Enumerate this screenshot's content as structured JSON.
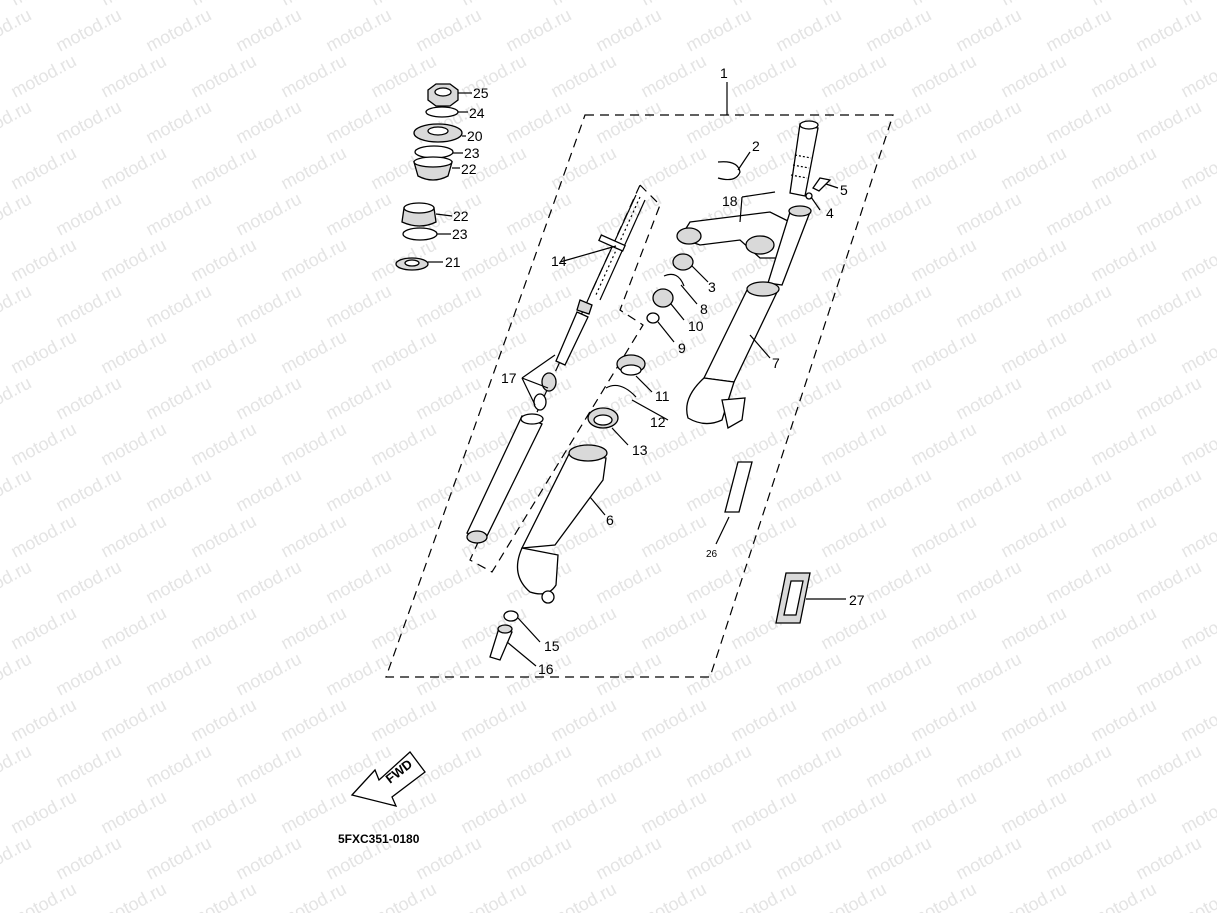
{
  "watermark": "motod.ru",
  "diagram_code": "5FXC351-0180",
  "fwd_label": "FWD",
  "callouts": {
    "c1": "1",
    "c2": "2",
    "c3": "3",
    "c4": "4",
    "c5": "5",
    "c6": "6",
    "c7": "7",
    "c8": "8",
    "c9": "9",
    "c10": "10",
    "c11": "11",
    "c12": "12",
    "c13": "13",
    "c14": "14",
    "c15": "15",
    "c16": "16",
    "c17": "17",
    "c18": "18",
    "c20": "20",
    "c21": "21",
    "c22a": "22",
    "c22b": "22",
    "c23a": "23",
    "c23b": "23",
    "c24": "24",
    "c25": "25",
    "c26": "26",
    "c27": "27"
  }
}
